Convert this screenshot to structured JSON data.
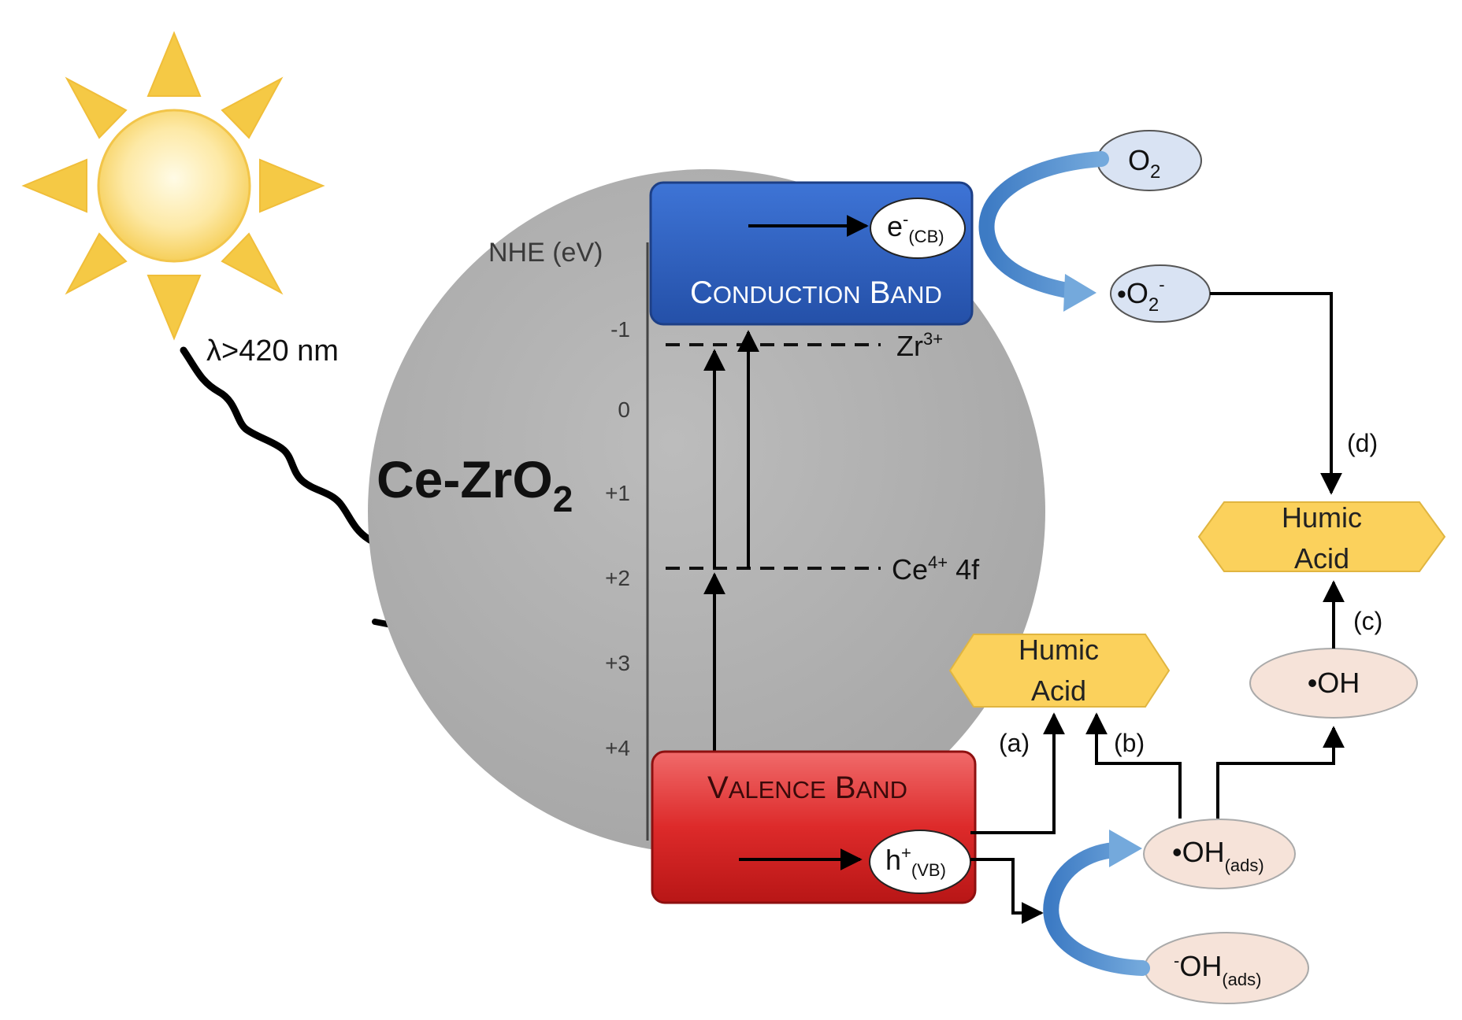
{
  "light": {
    "wavelength_label": "λ>420 nm"
  },
  "catalyst": {
    "name_main": "Ce-ZrO",
    "name_sub": "2"
  },
  "axis": {
    "label": "NHE (eV)",
    "ticks": [
      "-1",
      "0",
      "+1",
      "+2",
      "+3",
      "+4"
    ]
  },
  "levels": {
    "zr": "Zr",
    "zr_sup": "3+",
    "ce": "Ce",
    "ce_sup": "4+",
    "ce_suffix": " 4f"
  },
  "conduction_band": {
    "label_big1": "C",
    "label_small1": "ONDUCTION",
    "label_big2": "B",
    "label_small2": "AND",
    "electron_main": "e",
    "electron_sup": "-",
    "electron_sub": "(CB)"
  },
  "valence_band": {
    "label_big1": "V",
    "label_small1": "ALENCE",
    "label_big2": "B",
    "label_small2": "AND",
    "hole_main": "h",
    "hole_sup": "+",
    "hole_sub": "(VB)"
  },
  "species": {
    "o2_main": "O",
    "o2_sub": "2",
    "superoxide_dot": "•",
    "superoxide_main": "O",
    "superoxide_sub": "2",
    "superoxide_sup": "-",
    "oh_radical": "•OH",
    "oh_ads_main": "•OH",
    "oh_ads_sub": "(ads)",
    "hydroxide_sup": "-",
    "hydroxide_main": "OH",
    "hydroxide_sub": "(ads)"
  },
  "targets": {
    "humic_right_line1": "Humic",
    "humic_right_line2": "Acid",
    "humic_mid_line1": "Humic",
    "humic_mid_line2": "Acid"
  },
  "pathways": {
    "a": "(a)",
    "b": "(b)",
    "c": "(c)",
    "d": "(d)"
  },
  "colors": {
    "sun_fill": "#fce38a",
    "sun_ray": "#f5c945",
    "particle": "#b3b3b3",
    "conduction_band": "#2f63c4",
    "valence_band": "#d42020",
    "species_blue": "#d9e3f3",
    "species_peach": "#f6e3d9",
    "humic_fill": "#fbd15c",
    "curved_arrow": "#4f8ed0"
  }
}
